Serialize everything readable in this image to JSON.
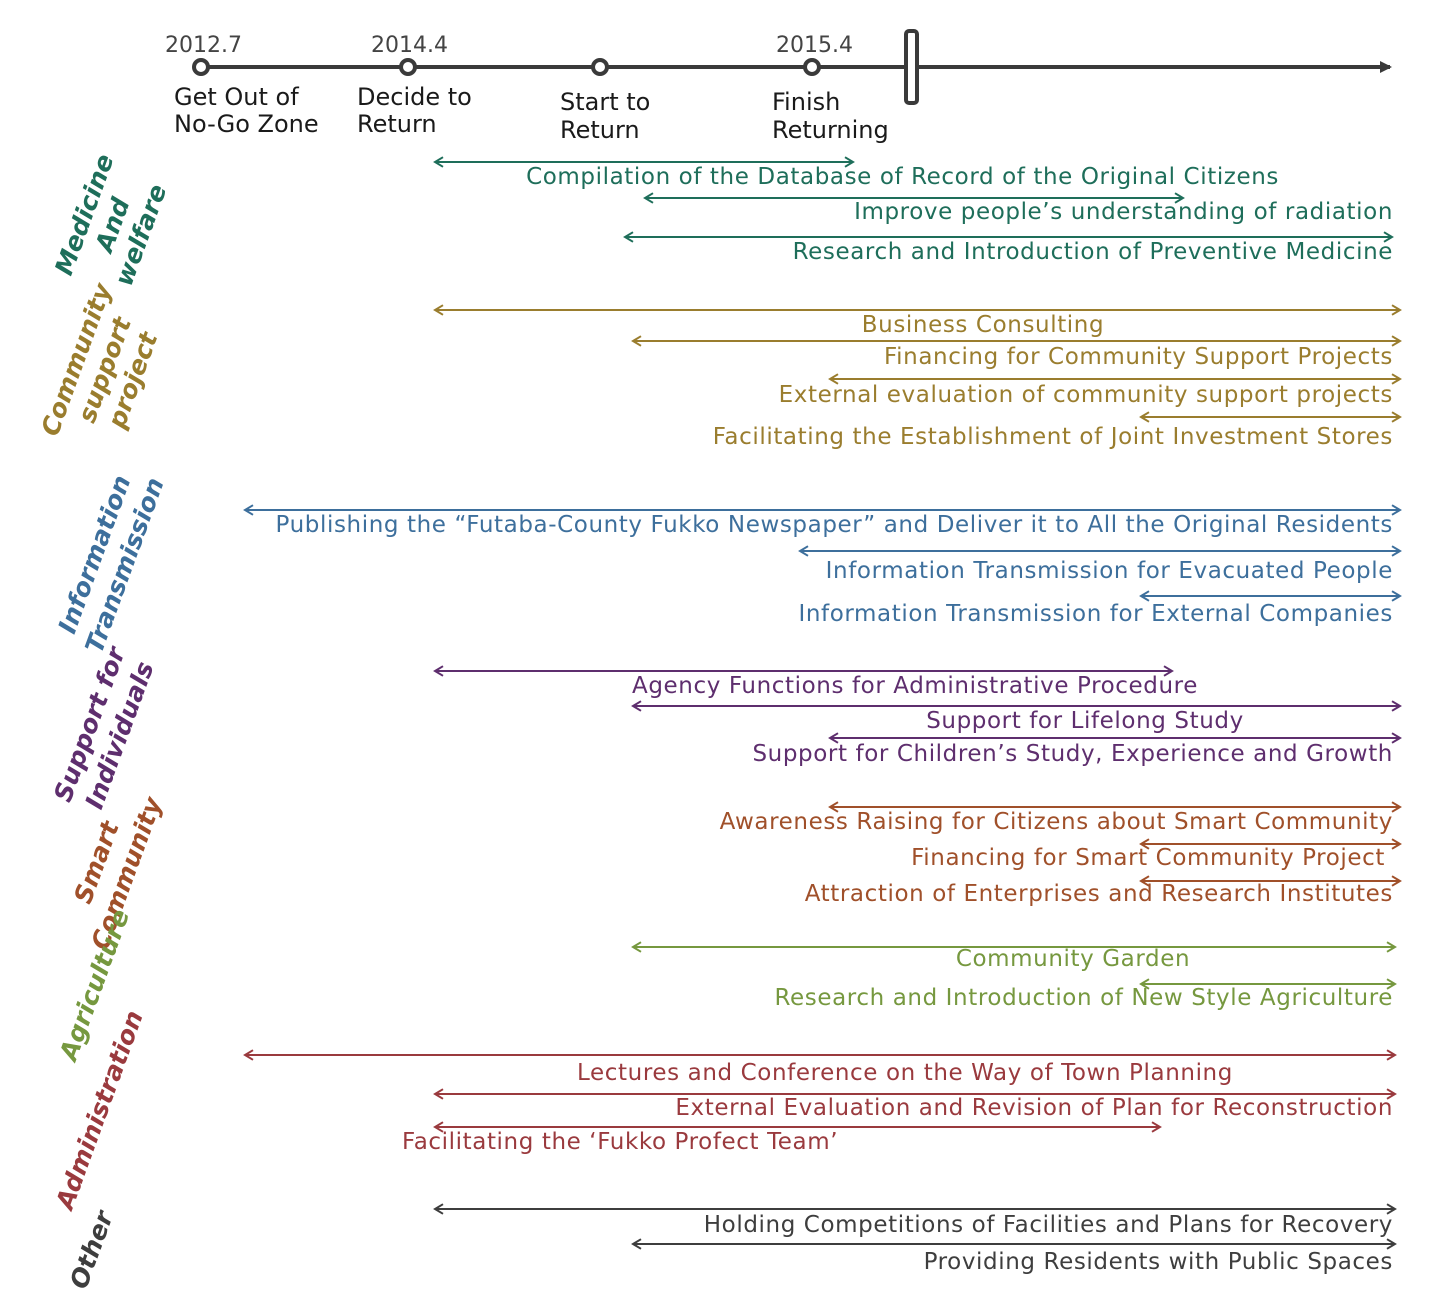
{
  "colors": {
    "timeline": "#3a3a3a",
    "medicine": "#1e6e5a",
    "community": "#9a7d2e",
    "information": "#3d6f9c",
    "individuals": "#5e2e6e",
    "smart": "#a0502a",
    "agriculture": "#76983f",
    "administration": "#9a3a3e",
    "other": "#3e3e3e"
  },
  "timeline": {
    "dates": [
      "2012.7",
      "2014.4",
      "2015.4"
    ],
    "milestones": [
      {
        "lines": [
          "Get Out of",
          "No-Go Zone"
        ]
      },
      {
        "lines": [
          "Decide to",
          "Return"
        ]
      },
      {
        "lines": [
          "Start to",
          "Return"
        ]
      },
      {
        "lines": [
          "Finish",
          "Returning"
        ]
      }
    ]
  },
  "categories": [
    {
      "key": "medicine",
      "label_lines": [
        "Medicine",
        "And",
        "welfare"
      ],
      "items": [
        "Compilation of the Database of Record of the Original Citizens",
        "Improve people’s understanding of radiation",
        "Research and Introduction of Preventive Medicine"
      ]
    },
    {
      "key": "community",
      "label_lines": [
        "Community",
        "support",
        "project"
      ],
      "items": [
        "Business Consulting",
        "Financing for Community Support Projects",
        "External evaluation of community support projects",
        "Facilitating the Establishment of Joint Investment Stores"
      ]
    },
    {
      "key": "information",
      "label_lines": [
        "Information",
        "Transmission"
      ],
      "items": [
        "Publishing the “Futaba-County Fukko Newspaper” and Deliver it to All the Original Residents",
        "Information Transmission for Evacuated People",
        "Information Transmission for External Companies"
      ]
    },
    {
      "key": "individuals",
      "label_lines": [
        "Support for",
        "Individuals"
      ],
      "items": [
        "Agency Functions for Administrative Procedure",
        "Support for Lifelong Study",
        "Support for Children’s Study, Experience and Growth"
      ]
    },
    {
      "key": "smart",
      "label_lines": [
        "Smart",
        "Community"
      ],
      "items": [
        "Awareness Raising for Citizens about Smart Community",
        "Financing for Smart Community Project",
        "Attraction of Enterprises and Research Institutes"
      ]
    },
    {
      "key": "agriculture",
      "label_lines": [
        "Agriculture"
      ],
      "items": [
        "Community Garden",
        "Research and Introduction of New Style Agriculture"
      ]
    },
    {
      "key": "administration",
      "label_lines": [
        "Administration"
      ],
      "items": [
        "Lectures and Conference on the Way of Town Planning",
        "External Evaluation and Revision of Plan for Reconstruction",
        "Facilitating the ‘Fukko Profect Team’"
      ]
    },
    {
      "key": "other",
      "label_lines": [
        "Other"
      ],
      "items": [
        "Holding Competitions of Facilities and Plans for Recovery",
        "Providing Residents with Public Spaces"
      ]
    }
  ]
}
